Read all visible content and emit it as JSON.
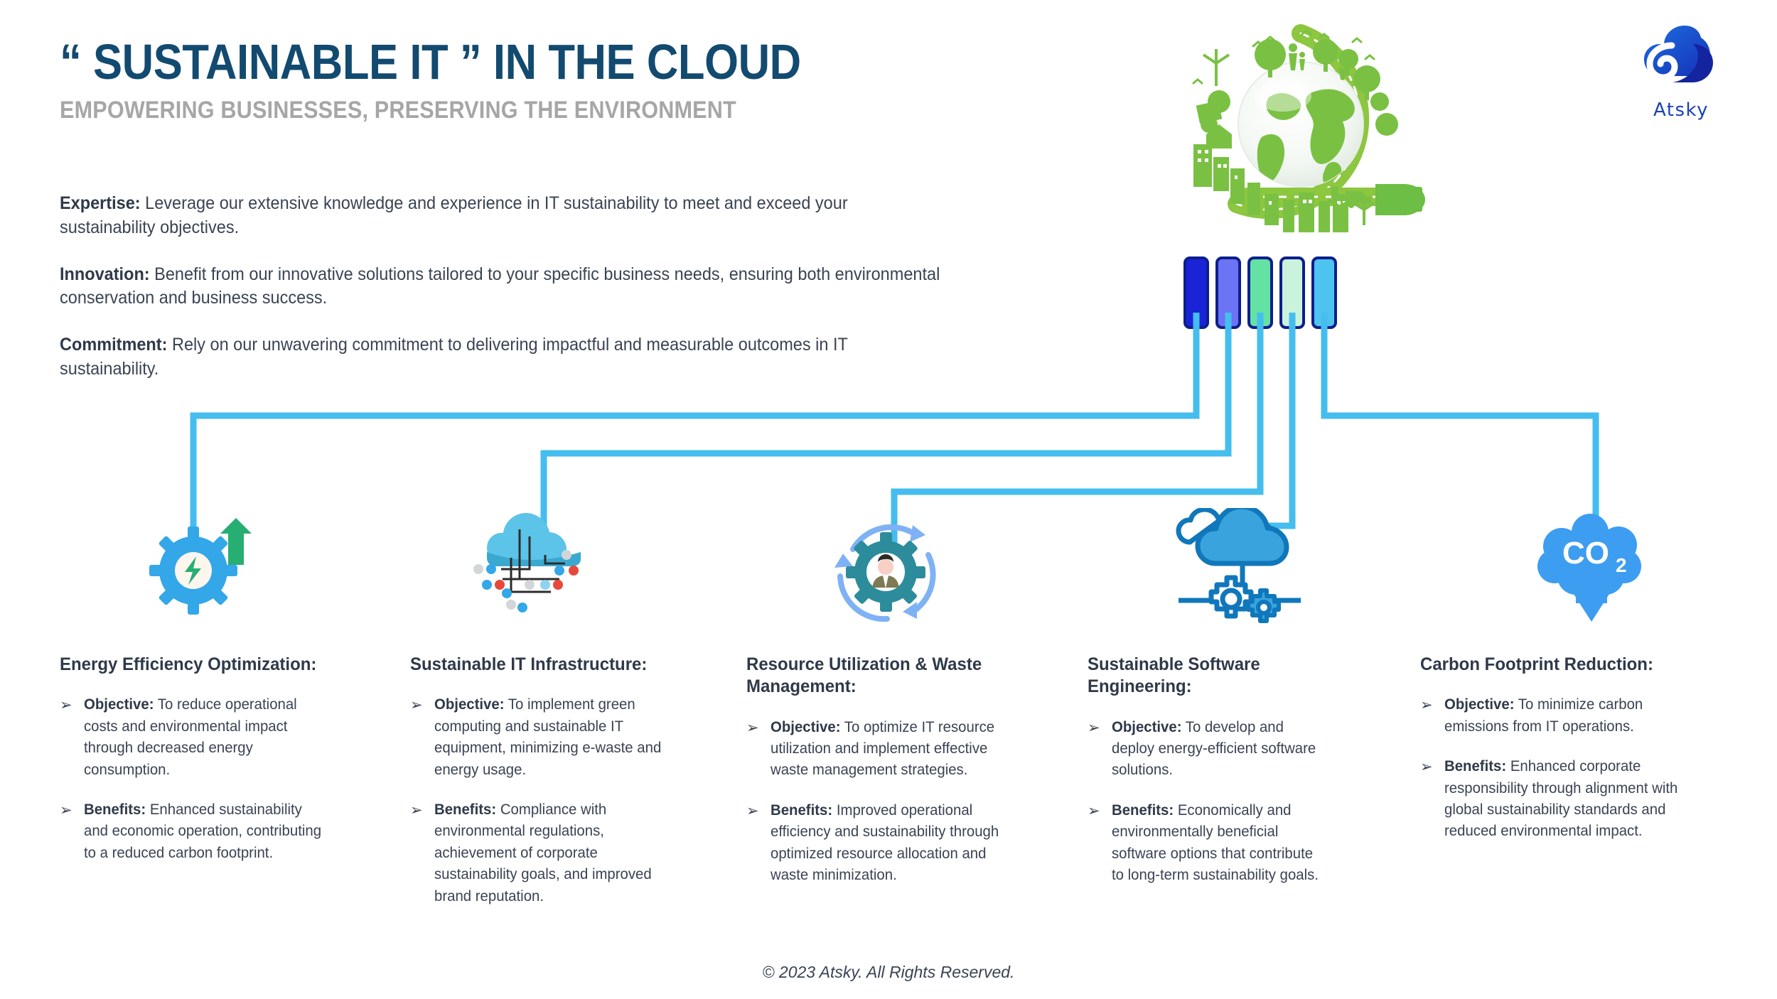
{
  "header": {
    "title": "“ SUSTAINABLE IT ” IN THE CLOUD",
    "subtitle": "EMPOWERING BUSINESSES, PRESERVING THE ENVIRONMENT"
  },
  "brand": {
    "name": "Atsky",
    "logo_icon": "cloud-swirl-icon",
    "colors": {
      "primary": "#1b42b5",
      "secondary": "#0f2fae"
    }
  },
  "hero_graphic": {
    "icon": "eco-globe-plug-icon",
    "description": "Green globe encircled by a road with trees, buildings, wind turbines and a power plug",
    "color": "#6cbe45"
  },
  "intro": {
    "paragraphs": [
      {
        "label": "Expertise:",
        "text": " Leverage our extensive knowledge and experience in IT sustainability to meet and exceed your sustainability objectives."
      },
      {
        "label": "Innovation:",
        "text": " Benefit from our innovative solutions tailored to your specific business needs, ensuring both environmental conservation and business success."
      },
      {
        "label": "Commitment:",
        "text": " Rely on our unwavering commitment to delivering impactful and measurable outcomes in IT sustainability."
      }
    ]
  },
  "pills": [
    {
      "name": "pill-bar-1",
      "fill": "#1a23d8",
      "stroke": "#0d1f8c"
    },
    {
      "name": "pill-bar-2",
      "fill": "#6c73f4",
      "stroke": "#0d1f8c"
    },
    {
      "name": "pill-bar-3",
      "fill": "#63e2a4",
      "stroke": "#0d1f8c"
    },
    {
      "name": "pill-bar-4",
      "fill": "#caf2dd",
      "stroke": "#0d1f8c"
    },
    {
      "name": "pill-bar-5",
      "fill": "#4fc3f0",
      "stroke": "#0d1f8c"
    }
  ],
  "connector": {
    "color": "#45bdee",
    "thickness": 9
  },
  "bullet_glyph": "➢",
  "columns": [
    {
      "icon": "gear-lightning-arrow-icon",
      "title": "Energy Efficiency Optimization:",
      "bullets": [
        {
          "label": "Objective:",
          "text": " To reduce operational costs and environmental impact through decreased energy consumption."
        },
        {
          "label": "Benefits:",
          "text": " Enhanced sustainability and economic operation, contributing to a reduced carbon footprint."
        }
      ]
    },
    {
      "icon": "cloud-circuit-icon",
      "title": "Sustainable IT Infrastructure:",
      "bullets": [
        {
          "label": "Objective:",
          "text": " To implement green computing and sustainable IT equipment, minimizing e-waste and energy usage."
        },
        {
          "label": "Benefits:",
          "text": " Compliance with environmental regulations, achievement of corporate sustainability goals, and improved brand reputation."
        }
      ]
    },
    {
      "icon": "gear-person-recycle-icon",
      "title": "Resource Utilization & Waste Management:",
      "bullets": [
        {
          "label": "Objective:",
          "text": " To optimize IT resource utilization and implement effective waste management strategies."
        },
        {
          "label": "Benefits:",
          "text": " Improved operational efficiency and sustainability through optimized resource allocation and waste minimization."
        }
      ]
    },
    {
      "icon": "cloud-gears-icon",
      "title": "Sustainable Software Engineering:",
      "bullets": [
        {
          "label": "Objective:",
          "text": " To develop and deploy energy-efficient software solutions."
        },
        {
          "label": "Benefits:",
          "text": " Economically and environmentally beneficial software options that contribute to long-term sustainability goals."
        }
      ]
    },
    {
      "icon": "co2-cloud-down-arrow-icon",
      "title": "Carbon Footprint Reduction:",
      "bullets": [
        {
          "label": "Objective:",
          "text": " To minimize carbon emissions from IT operations."
        },
        {
          "label": "Benefits:",
          "text": " Enhanced corporate responsibility through alignment with global sustainability standards and reduced environmental impact."
        }
      ]
    }
  ],
  "co2_label": "CO",
  "co2_sub": "2",
  "footer": "© 2023 Atsky. All Rights Reserved."
}
